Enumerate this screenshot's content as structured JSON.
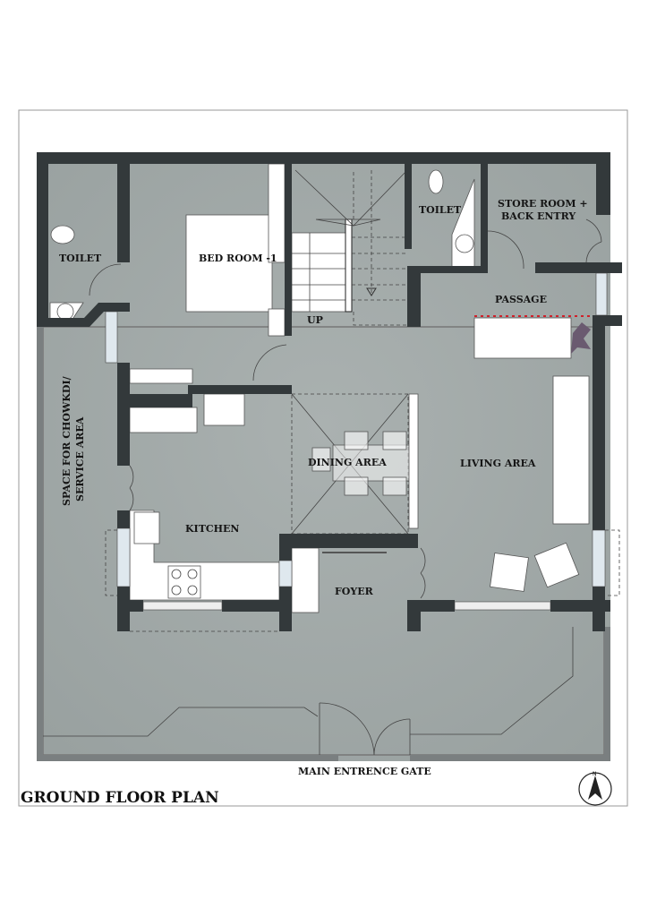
{
  "title": "GROUND FLOOR PLAN",
  "rooms": {
    "toilet_left": "TOILET",
    "bedroom": "BED ROOM -1",
    "stair_up": "UP",
    "toilet_right": "TOILET",
    "store_line1": "STORE ROOM +",
    "store_line2": "BACK ENTRY",
    "passage": "PASSAGE",
    "service_line1": "SPACE FOR CHOWKDI/",
    "service_line2": "SERVICE AREA",
    "dining": "DINING AREA",
    "living": "LIVING AREA",
    "kitchen": "KITCHEN",
    "foyer": "FOYER"
  },
  "gate_label": "MAIN ENTRENCE GATE",
  "north_label": "N",
  "colors": {
    "wall": "#33393b",
    "floor": "#a5acab",
    "accent": "#d0202a"
  }
}
